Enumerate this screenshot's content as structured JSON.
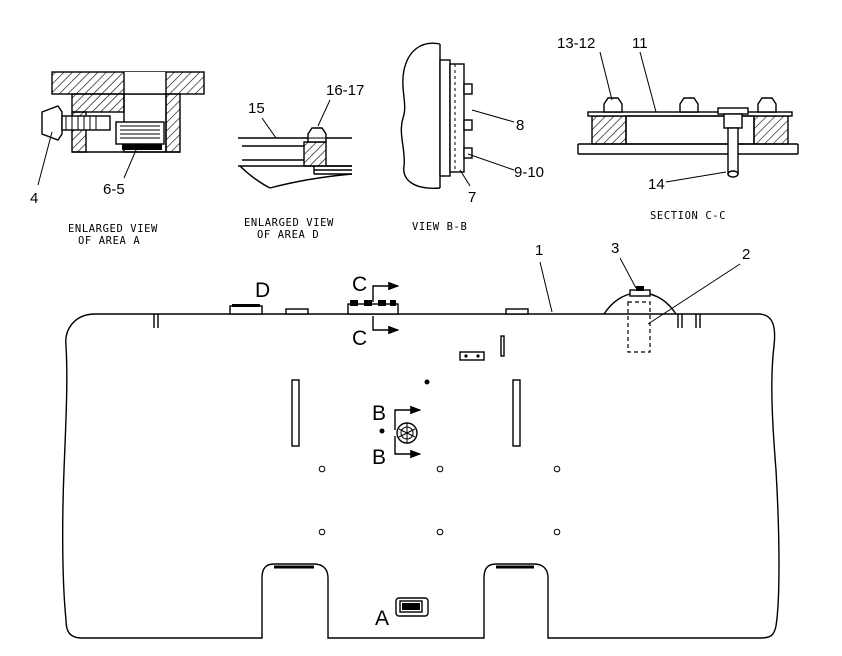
{
  "captions": {
    "area_a_line1": "ENLARGED VIEW",
    "area_a_line2": "OF AREA A",
    "area_d_line1": "ENLARGED VIEW",
    "area_d_line2": "OF AREA D",
    "view_b": "VIEW B-B",
    "section_c": "SECTION C-C"
  },
  "callouts": {
    "c1": "1",
    "c2": "2",
    "c3": "3",
    "c4": "4",
    "c6_5": "6-5",
    "c7": "7",
    "c8": "8",
    "c9_10": "9-10",
    "c11": "11",
    "c13_12": "13-12",
    "c14": "14",
    "c15": "15",
    "c16_17": "16-17"
  },
  "markers": {
    "a": "A",
    "b_top": "B",
    "b_bottom": "B",
    "c_top": "C",
    "c_bottom": "C",
    "d": "D"
  }
}
